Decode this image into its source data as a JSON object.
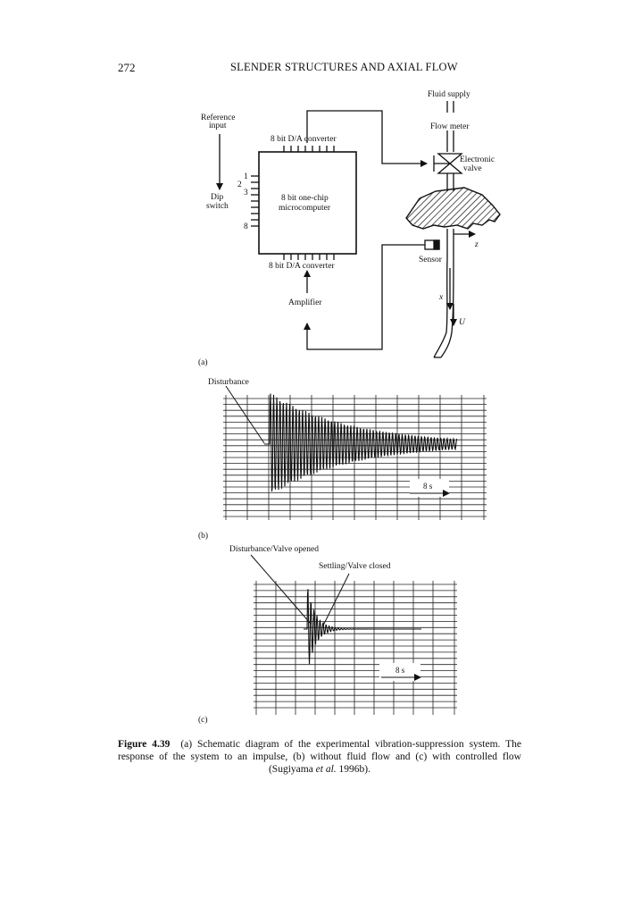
{
  "header": {
    "page_number": "272",
    "running_title": "SLENDER STRUCTURES AND AXIAL FLOW"
  },
  "figure_a": {
    "panel_label": "(a)",
    "fluid_supply": "Fluid supply",
    "flow_meter": "Flow meter",
    "electronic": "Electronic",
    "valve": "valve",
    "reference": "Reference",
    "input": "input",
    "da_top": "8 bit D/A converter",
    "da_bottom": "8 bit D/A converter",
    "micro_1": "8 bit one-chip",
    "micro_2": "microcomputer",
    "dip": "Dip",
    "switch": "switch",
    "dip_1": "1",
    "dip_2": "2",
    "dip_3": "3",
    "dip_8": "8",
    "sensor": "Sensor",
    "amplifier": "Amplifier",
    "axis_z": "z",
    "axis_x": "x",
    "axis_u": "U"
  },
  "figure_b": {
    "panel_label": "(b)",
    "disturbance": "Disturbance",
    "scale": "8 s"
  },
  "figure_c": {
    "panel_label": "(c)",
    "disturbance": "Disturbance/Valve opened",
    "settling": "Settling/Valve closed",
    "scale": "8 s"
  },
  "caption": {
    "label": "Figure 4.39",
    "text": "(a) Schematic diagram of the experimental vibration-suppression system. The response of the system to an impulse, (b) without fluid flow and (c) with controlled flow (Sugiyama",
    "etal": "et al.",
    "tail": "1996b)."
  }
}
